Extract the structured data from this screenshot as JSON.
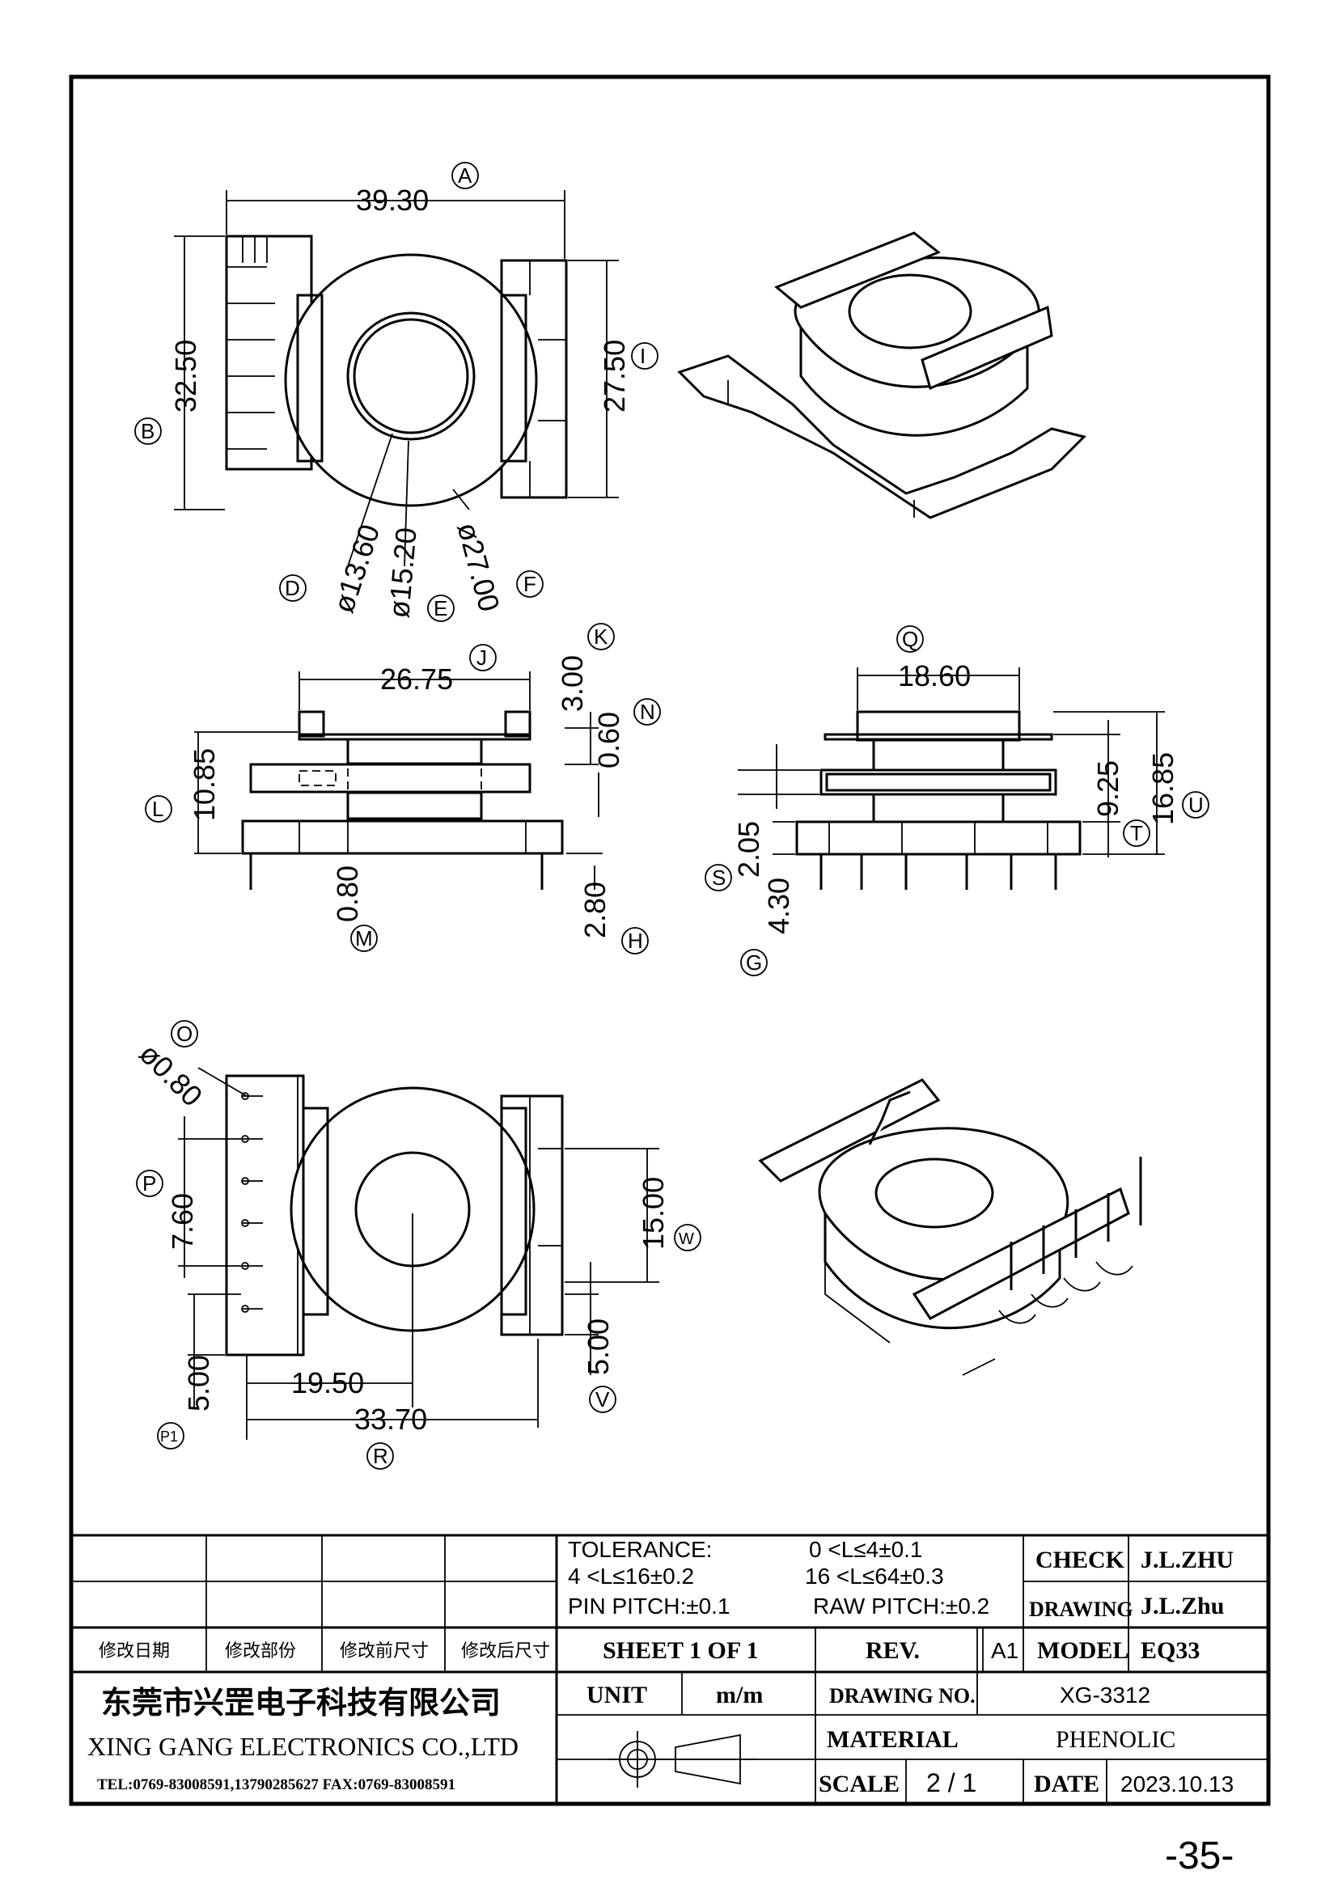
{
  "views": {
    "top": {
      "dims": {
        "A": "39.30",
        "B": "32.50",
        "I": "27.50",
        "D": "ø13.60",
        "E": "ø15.20",
        "F": "ø27.00"
      }
    },
    "side": {
      "dims": {
        "J": "26.75",
        "K": "3.00",
        "N": "0.60",
        "L": "10.85",
        "M": "0.80",
        "H": "2.80"
      }
    },
    "front": {
      "dims": {
        "Q": "18.60",
        "T": "9.25",
        "U": "16.85",
        "S": "2.05",
        "G": "4.30"
      }
    },
    "bottom": {
      "dims": {
        "O": "ø0.80",
        "P": "7.60",
        "P1": "5.00",
        "W": "15.00",
        "V": "5.00",
        "R1": "19.50",
        "R": "33.70"
      }
    }
  },
  "labels": [
    "A",
    "B",
    "I",
    "D",
    "E",
    "F",
    "J",
    "K",
    "N",
    "L",
    "M",
    "H",
    "Q",
    "T",
    "U",
    "S",
    "G",
    "O",
    "P",
    "P1",
    "W",
    "V",
    "R"
  ],
  "title_block": {
    "tolerance_label": "TOLERANCE:",
    "tol_1": "0 <L≤4±0.1",
    "tol_2": "4 <L≤16±0.2",
    "tol_3": "16 <L≤64±0.3",
    "pin_pitch": "PIN PITCH:±0.1",
    "raw_pitch": "RAW PITCH:±0.2",
    "check_label": "CHECK",
    "check_value": "J.L.ZHU",
    "drawing_label": "DRAWING",
    "drawing_value": "J.L.Zhu",
    "rev_cols": [
      "修改日期",
      "修改部份",
      "修改前尺寸",
      "修改后尺寸"
    ],
    "sheet": "SHEET 1 OF 1",
    "rev_label": "REV.",
    "rev_value": "A1",
    "model_label": "MODEL",
    "model_value": "EQ33",
    "company_cn": "东莞市兴罡电子科技有限公司",
    "company_en": "XING GANG ELECTRONICS CO.,LTD",
    "contact": "TEL:0769-83008591,13790285627 FAX:0769-83008591",
    "unit_label": "UNIT",
    "unit_value": "m/m",
    "drawing_no_label": "DRAWING NO.",
    "drawing_no_value": "XG-3312",
    "material_label": "MATERIAL",
    "material_value": "PHENOLIC",
    "scale_label": "SCALE",
    "scale_value": "2 / 1",
    "date_label": "DATE",
    "date_value": "2023.10.13"
  },
  "page_number": "-35-"
}
